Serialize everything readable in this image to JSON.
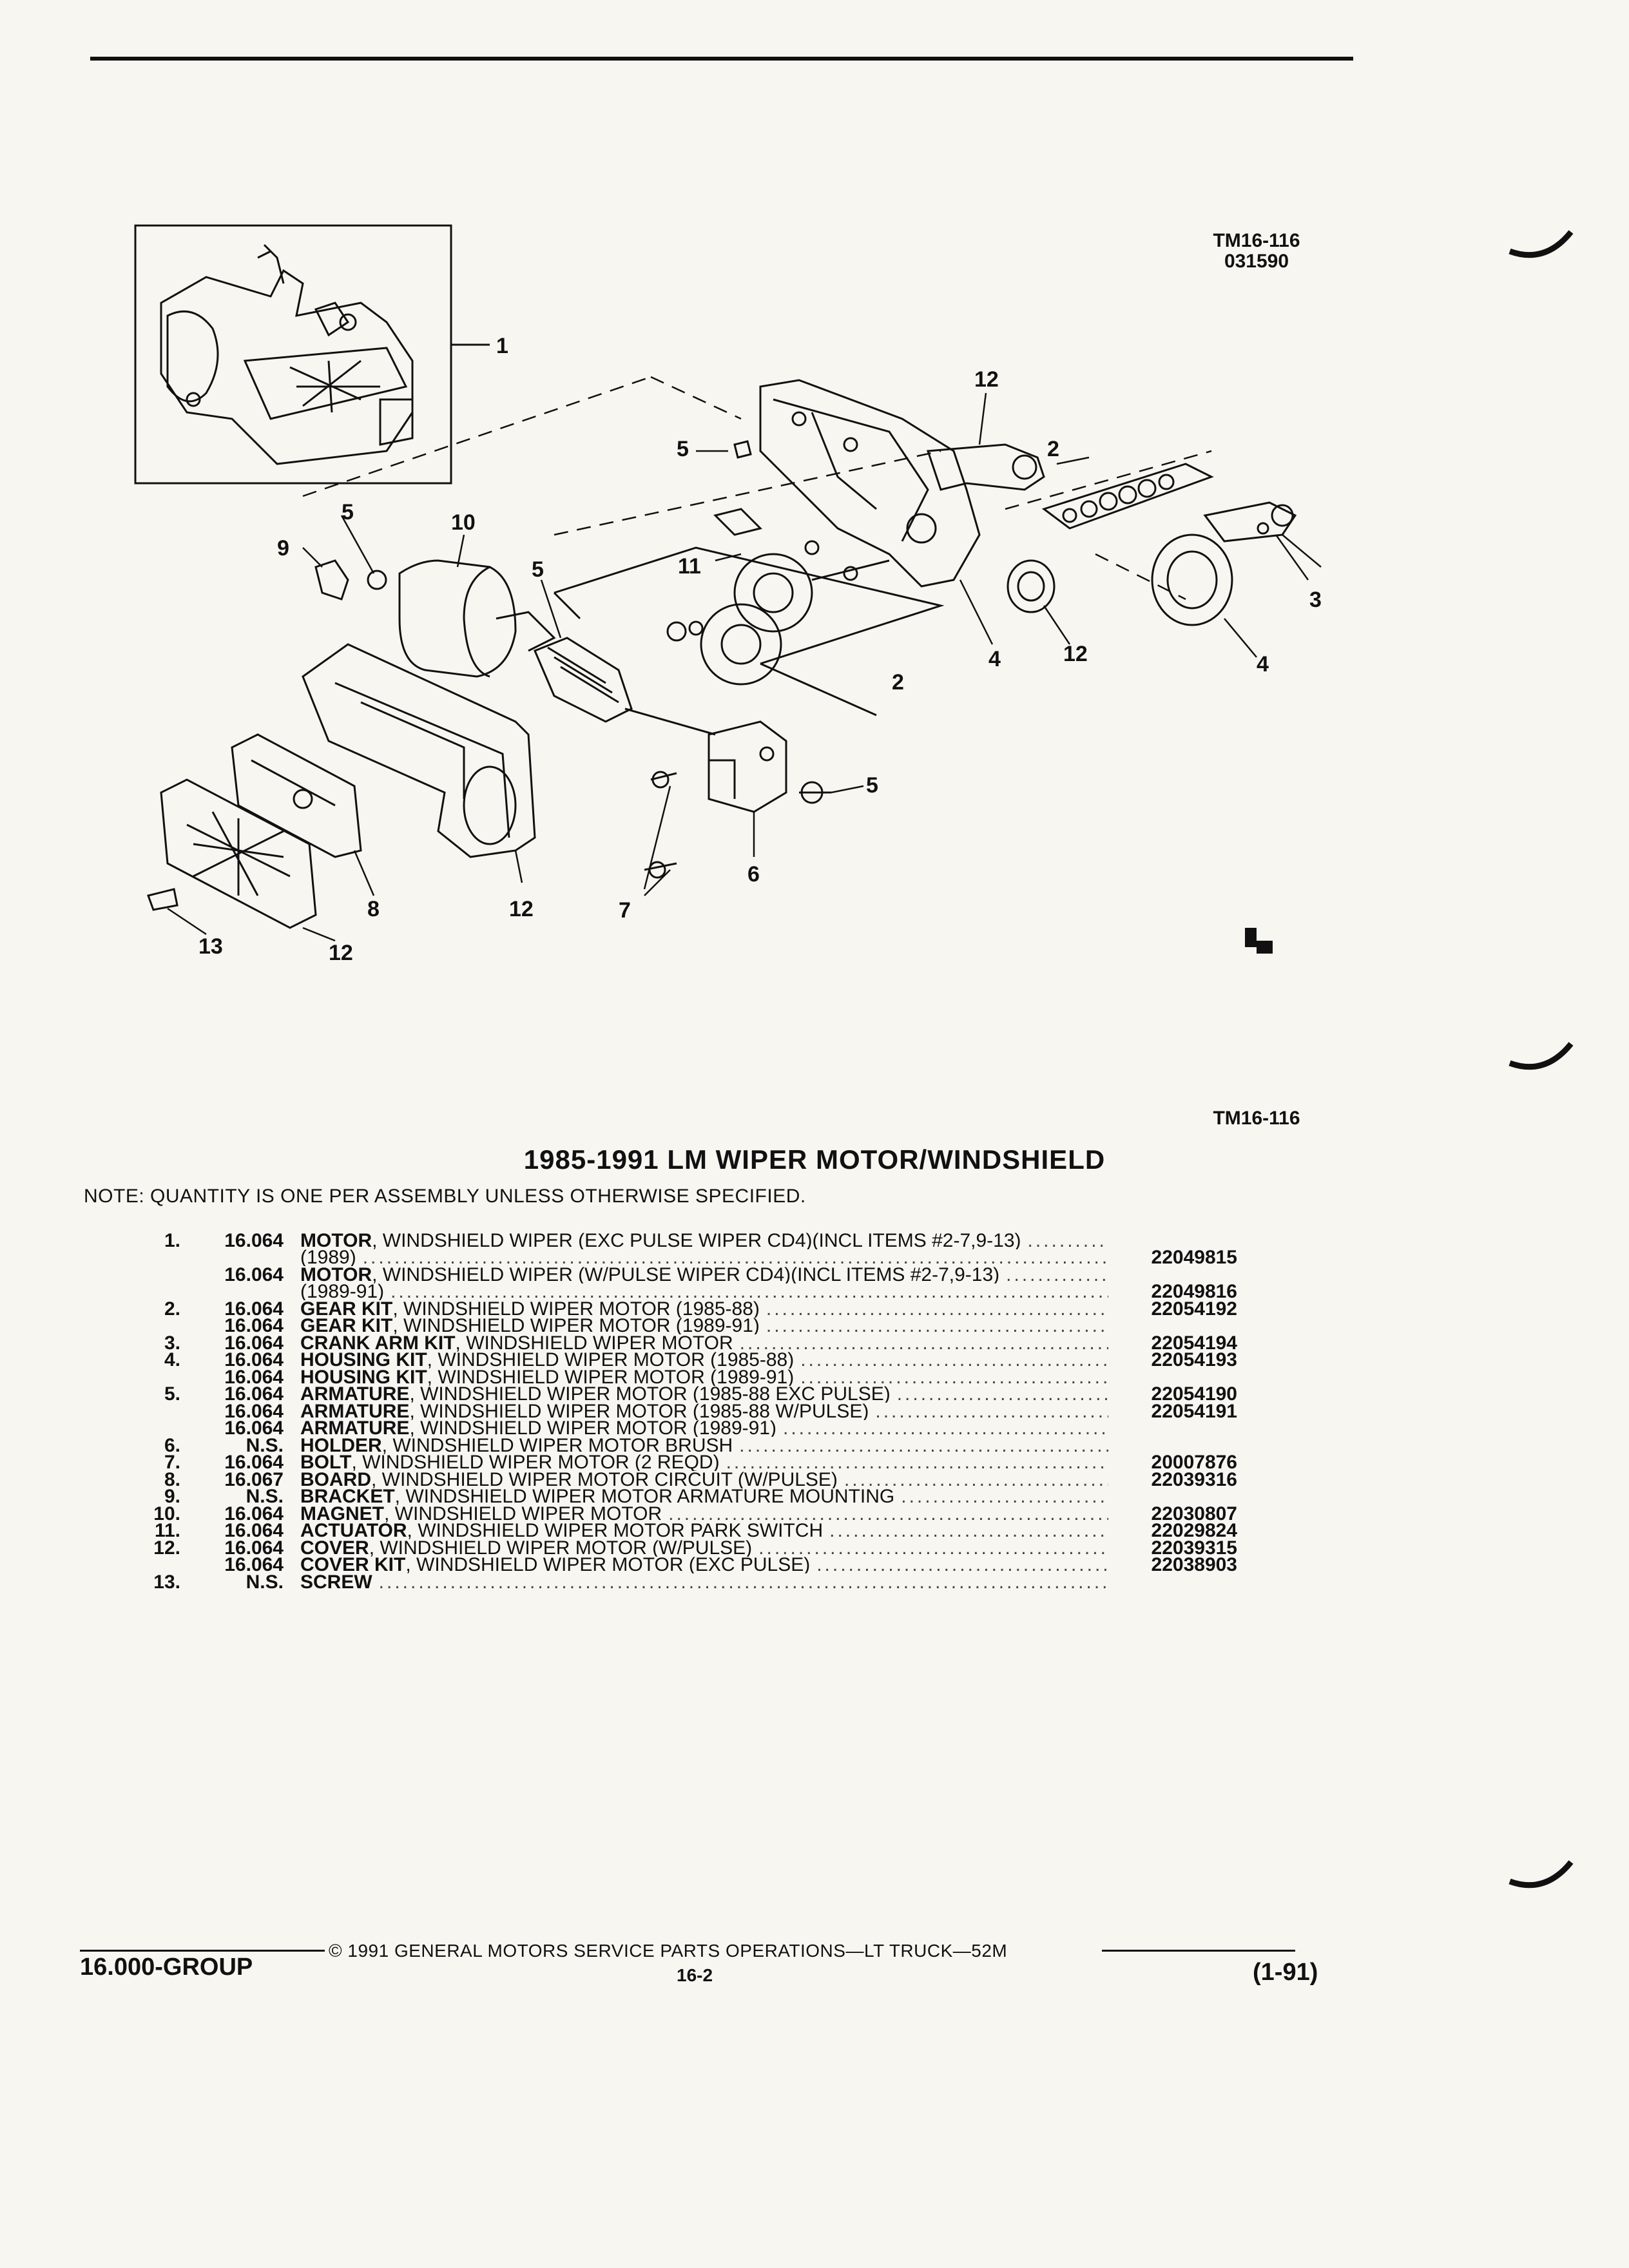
{
  "header": {
    "figure_ref_top": "TM16-116",
    "figure_code": "031590",
    "figure_ref_bottom": "TM16-116"
  },
  "diagram": {
    "callouts": [
      "1",
      "2",
      "3",
      "4",
      "5",
      "6",
      "7",
      "8",
      "9",
      "10",
      "11",
      "12",
      "13"
    ]
  },
  "title": "1985-1991 LM WIPER MOTOR/WINDSHIELD",
  "note": "NOTE:  QUANTITY IS ONE PER ASSEMBLY UNLESS OTHERWISE SPECIFIED.",
  "parts": [
    {
      "item": "1.",
      "group": "16.064",
      "name": "MOTOR",
      "desc": " , WINDSHIELD WIPER (EXC PULSE WIPER CD4)(INCL ITEMS #2-7,9-13)",
      "part": ""
    },
    {
      "item": "",
      "group": "",
      "name": "",
      "desc": "(1989)",
      "part": "22049815"
    },
    {
      "item": "",
      "group": "16.064",
      "name": "MOTOR",
      "desc": " , WINDSHIELD WIPER (W/PULSE WIPER CD4)(INCL ITEMS #2-7,9-13)",
      "part": ""
    },
    {
      "item": "",
      "group": "",
      "name": "",
      "desc": "(1989-91)",
      "part": "22049816"
    },
    {
      "item": "2.",
      "group": "16.064",
      "name": "GEAR KIT",
      "desc": " , WINDSHIELD WIPER MOTOR (1985-88)",
      "part": "22054192"
    },
    {
      "item": "",
      "group": "16.064",
      "name": "GEAR KIT",
      "desc": " , WINDSHIELD WIPER MOTOR (1989-91)",
      "part": ""
    },
    {
      "item": "3.",
      "group": "16.064",
      "name": "CRANK ARM KIT",
      "desc": " , WINDSHIELD WIPER MOTOR",
      "part": "22054194"
    },
    {
      "item": "4.",
      "group": "16.064",
      "name": "HOUSING KIT",
      "desc": " , WINDSHIELD WIPER MOTOR (1985-88)",
      "part": "22054193"
    },
    {
      "item": "",
      "group": "16.064",
      "name": "HOUSING KIT",
      "desc": " , WINDSHIELD WIPER MOTOR (1989-91)",
      "part": ""
    },
    {
      "item": "5.",
      "group": "16.064",
      "name": "ARMATURE",
      "desc": " , WINDSHIELD WIPER MOTOR (1985-88 EXC PULSE)",
      "part": "22054190"
    },
    {
      "item": "",
      "group": "16.064",
      "name": "ARMATURE",
      "desc": " , WINDSHIELD WIPER MOTOR (1985-88 W/PULSE)",
      "part": "22054191"
    },
    {
      "item": "",
      "group": "16.064",
      "name": "ARMATURE",
      "desc": " , WINDSHIELD WIPER MOTOR (1989-91)",
      "part": ""
    },
    {
      "item": "6.",
      "group": "N.S.",
      "name": "HOLDER",
      "desc": " , WINDSHIELD WIPER MOTOR BRUSH",
      "part": ""
    },
    {
      "item": "7.",
      "group": "16.064",
      "name": "BOLT",
      "desc": " , WINDSHIELD WIPER MOTOR (2 REQD)",
      "part": "20007876"
    },
    {
      "item": "8.",
      "group": "16.067",
      "name": "BOARD",
      "desc": " , WINDSHIELD WIPER MOTOR CIRCUIT (W/PULSE)",
      "part": "22039316"
    },
    {
      "item": "9.",
      "group": "N.S.",
      "name": "BRACKET",
      "desc": " , WINDSHIELD WIPER MOTOR ARMATURE MOUNTING",
      "part": ""
    },
    {
      "item": "10.",
      "group": "16.064",
      "name": "MAGNET",
      "desc": " , WINDSHIELD WIPER MOTOR",
      "part": "22030807"
    },
    {
      "item": "11.",
      "group": "16.064",
      "name": "ACTUATOR",
      "desc": " , WINDSHIELD WIPER MOTOR PARK SWITCH",
      "part": "22029824"
    },
    {
      "item": "12.",
      "group": "16.064",
      "name": "COVER",
      "desc": " , WINDSHIELD WIPER MOTOR (W/PULSE)",
      "part": "22039315"
    },
    {
      "item": "",
      "group": "16.064",
      "name": "COVER KIT",
      "desc": " , WINDSHIELD WIPER MOTOR (EXC PULSE)",
      "part": "22038903"
    },
    {
      "item": "13.",
      "group": "N.S.",
      "name": "SCREW",
      "desc": "",
      "part": ""
    }
  ],
  "footer": {
    "group": "16.000-GROUP",
    "copyright": "©  1991  GENERAL MOTORS SERVICE PARTS OPERATIONS—LT TRUCK—52M",
    "page": "16-2",
    "date_code": "(1-91)"
  }
}
